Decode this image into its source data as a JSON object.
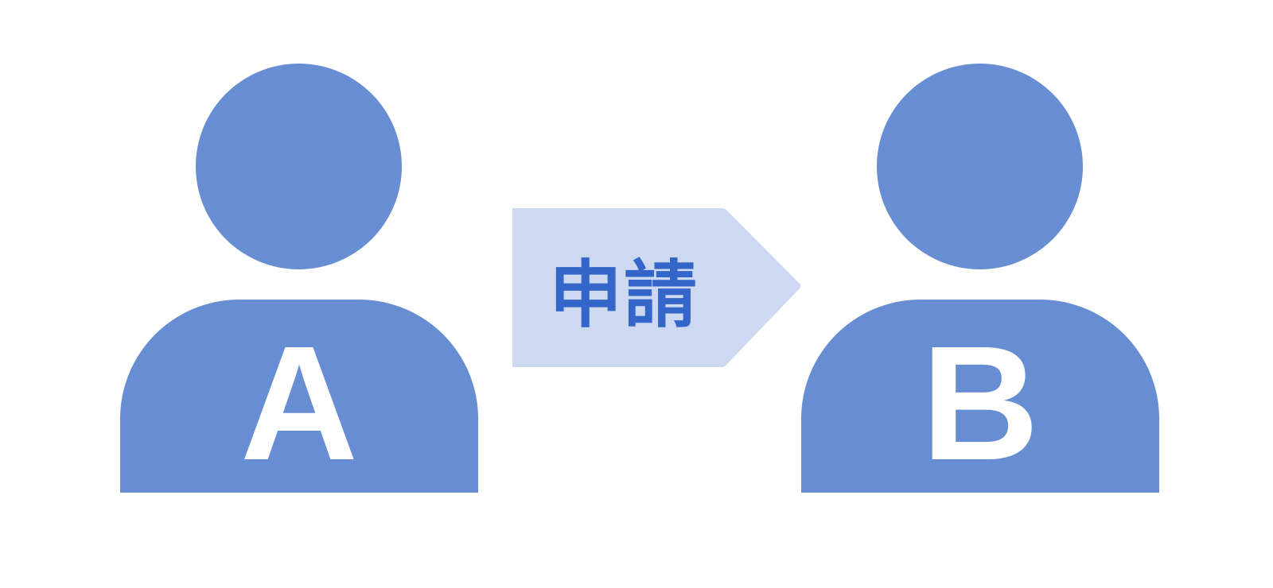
{
  "colors": {
    "person_fill": "#678ED2",
    "letter_color": "#FFFFFF",
    "arrow_fill": "#CDD9F0",
    "arrow_text": "#3366C8",
    "background": "#FFFFFF"
  },
  "diagram": {
    "sender": {
      "label": "A",
      "icon": "person-icon"
    },
    "action": {
      "label": "申請",
      "icon": "arrow-right-pentagon"
    },
    "receiver": {
      "label": "B",
      "icon": "person-icon"
    }
  }
}
